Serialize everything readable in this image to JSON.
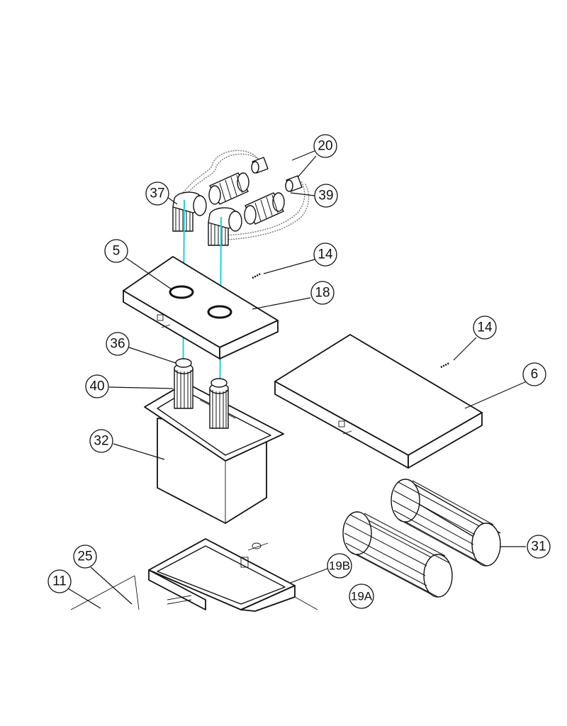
{
  "callouts": [
    {
      "id": "c20",
      "label": "20"
    },
    {
      "id": "c37",
      "label": "37"
    },
    {
      "id": "c39",
      "label": "39"
    },
    {
      "id": "c5",
      "label": "5"
    },
    {
      "id": "c14a",
      "label": "14"
    },
    {
      "id": "c18",
      "label": "18"
    },
    {
      "id": "c14b",
      "label": "14"
    },
    {
      "id": "c36",
      "label": "36"
    },
    {
      "id": "c6",
      "label": "6"
    },
    {
      "id": "c40",
      "label": "40"
    },
    {
      "id": "c32",
      "label": "32"
    },
    {
      "id": "c31",
      "label": "31"
    },
    {
      "id": "c25",
      "label": "25"
    },
    {
      "id": "c19B",
      "label": "19B"
    },
    {
      "id": "c11",
      "label": "11"
    },
    {
      "id": "c19A",
      "label": "19A"
    }
  ],
  "colors": {
    "line": "#111111",
    "alignment_axis": "#19d3e6",
    "hose": "#777777",
    "background": "#ffffff"
  }
}
